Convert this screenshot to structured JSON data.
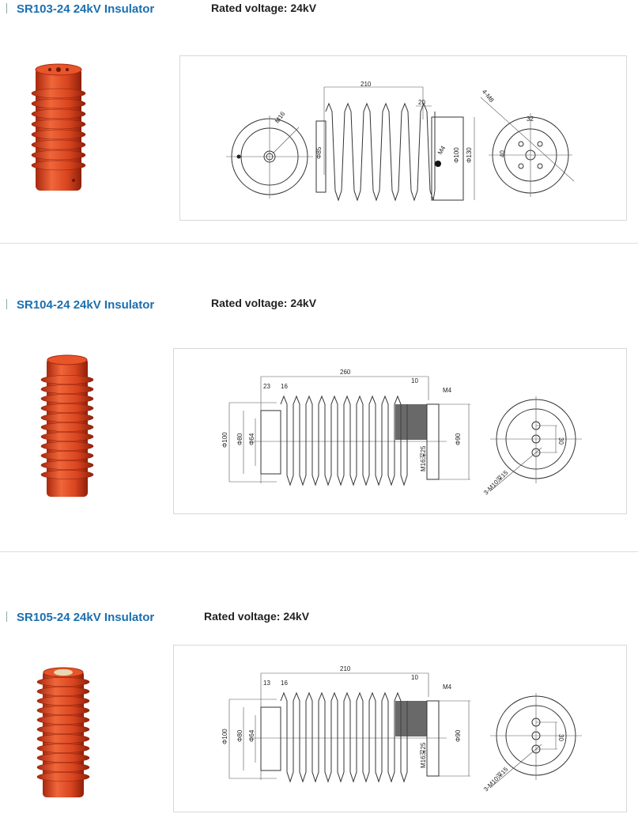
{
  "products": [
    {
      "title": "SR103-24 24kV Insulator",
      "rated": "Rated voltage: 24kV",
      "dims": {
        "length": "210",
        "end": "20",
        "m16": "M16",
        "m4": "M4",
        "d85": "Φ85",
        "d100": "Φ100",
        "d130": "Φ130",
        "holes": "4-M8",
        "s32": "32",
        "s40": "40"
      }
    },
    {
      "title": "SR104-24 24kV Insulator",
      "rated": "Rated voltage: 24kV",
      "dims": {
        "length": "260",
        "a": "23",
        "b": "16",
        "c": "10",
        "m4": "M4",
        "d100": "Φ100",
        "d80": "Φ80",
        "d64": "Φ64",
        "m16": "M16深25",
        "d90": "Φ90",
        "s30": "30",
        "holes": "3-M10深15"
      }
    },
    {
      "title": "SR105-24 24kV Insulator",
      "rated": "Rated voltage: 24kV",
      "dims": {
        "length": "210",
        "a": "13",
        "b": "16",
        "c": "10",
        "m4": "M4",
        "d100": "Φ100",
        "d80": "Φ80",
        "d64": "Φ64",
        "m16": "M16深25",
        "d90": "Φ90",
        "s30": "30",
        "holes": "3-M10深15"
      }
    }
  ],
  "colors": {
    "title": "#1a6fb0",
    "insulator": "#d8441f"
  }
}
